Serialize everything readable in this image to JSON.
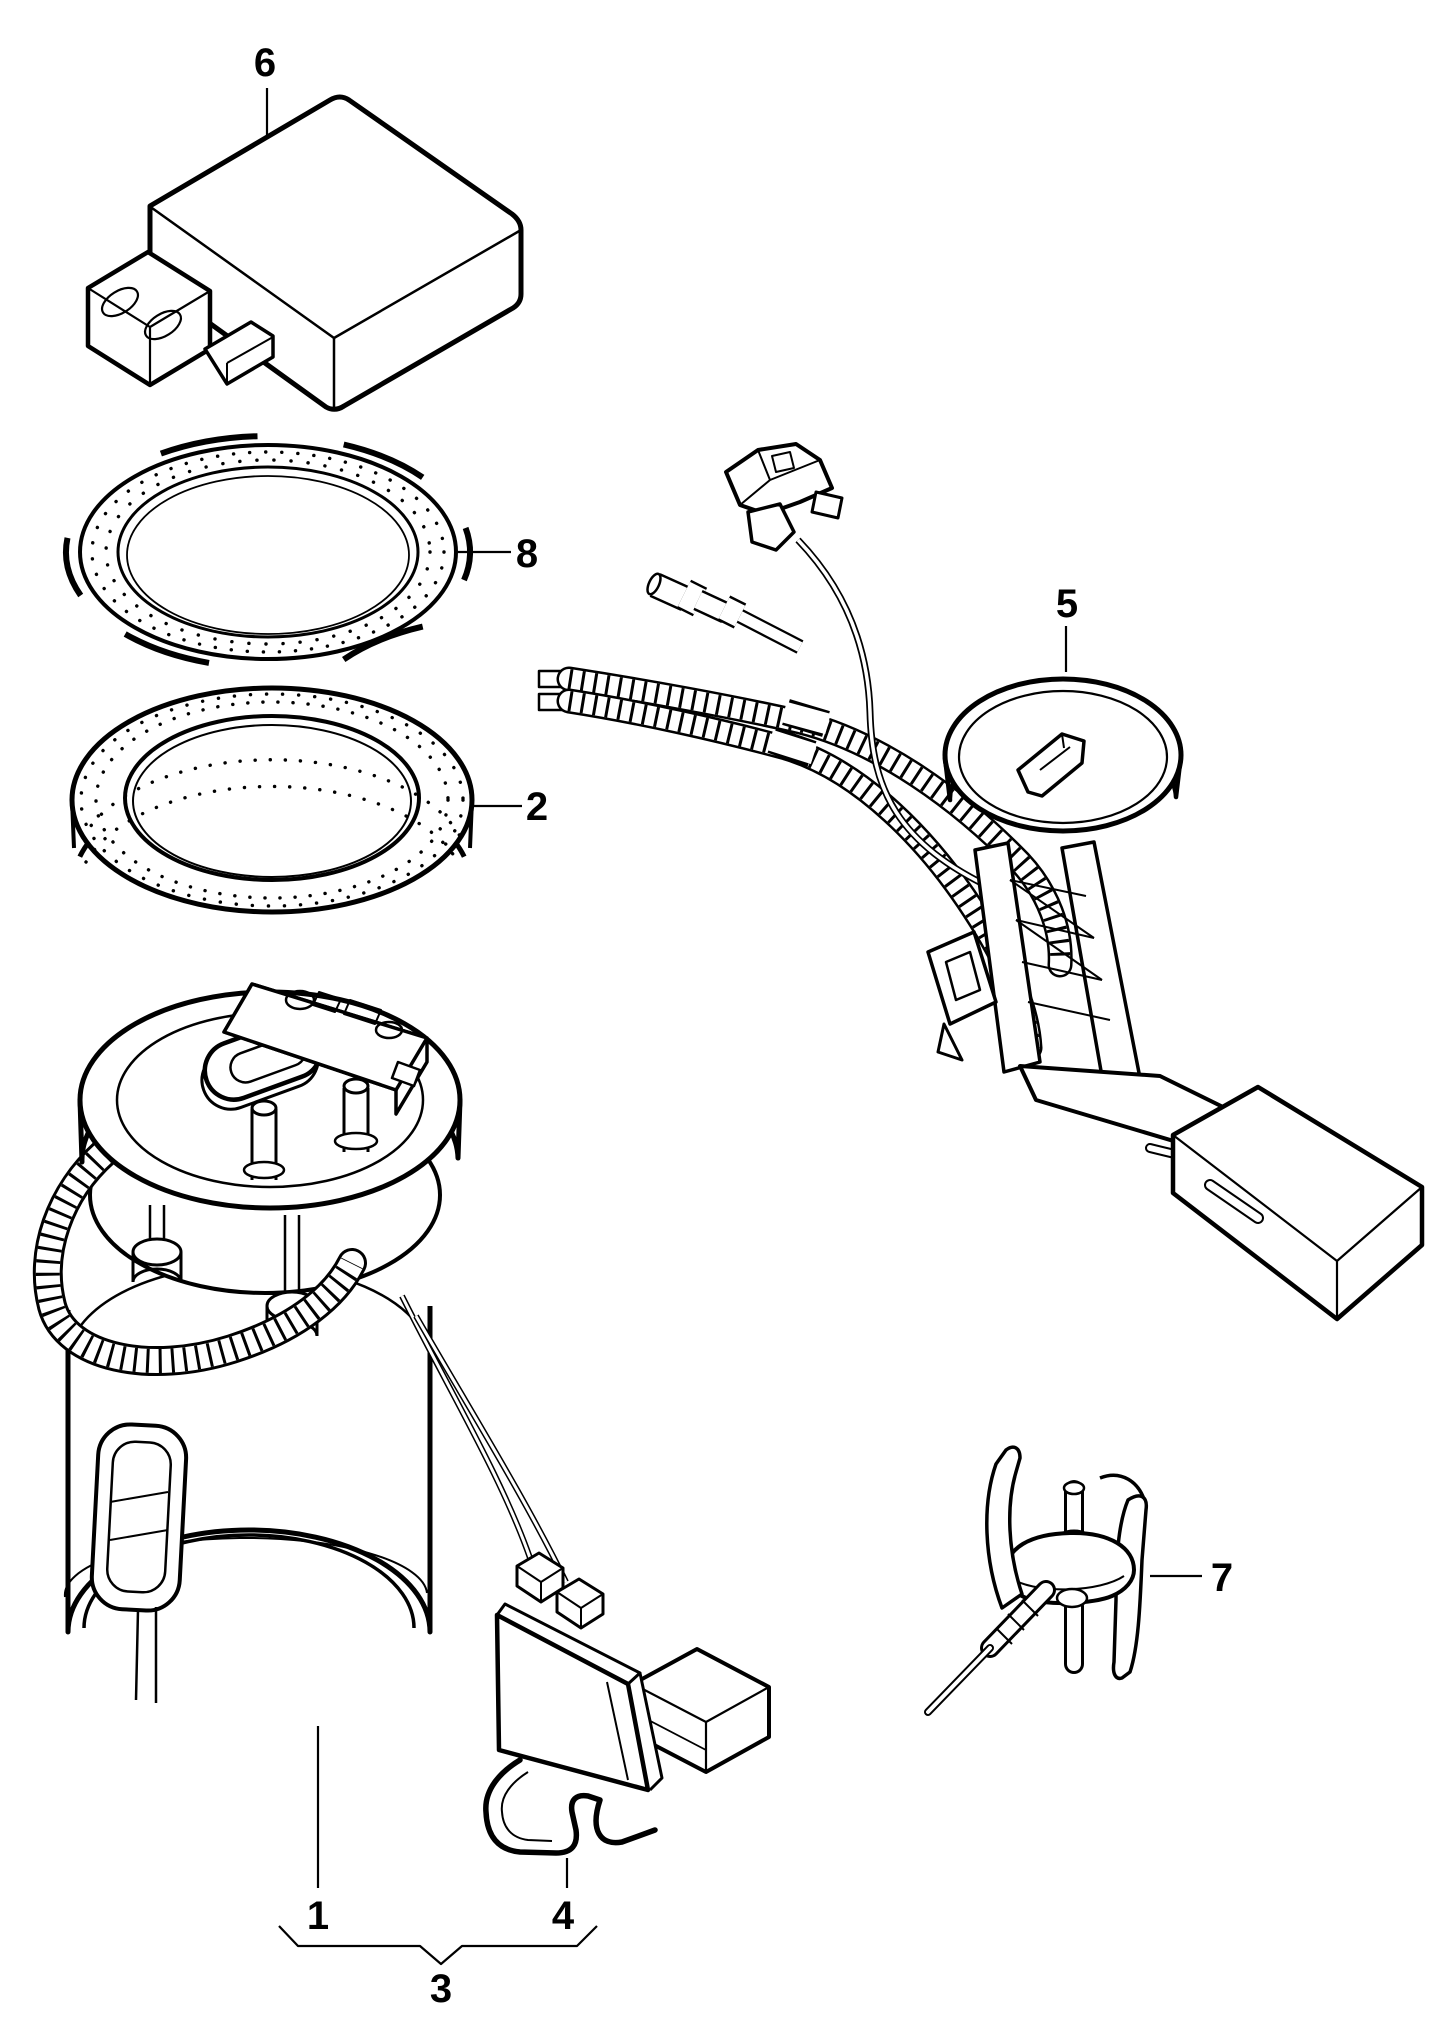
{
  "diagram": {
    "kind": "exploded-parts-line-drawing",
    "background_color": "#ffffff",
    "line_color": "#000000",
    "parts": [
      {
        "number": "1",
        "name": "fuel-pump-module"
      },
      {
        "number": "2",
        "name": "seal-ring"
      },
      {
        "number": "3",
        "name": "pump-with-holder-assembly"
      },
      {
        "number": "4",
        "name": "holder-bracket"
      },
      {
        "number": "5",
        "name": "fuel-level-sender"
      },
      {
        "number": "6",
        "name": "control-module"
      },
      {
        "number": "7",
        "name": "vent-valve"
      },
      {
        "number": "8",
        "name": "lock-ring"
      }
    ]
  }
}
